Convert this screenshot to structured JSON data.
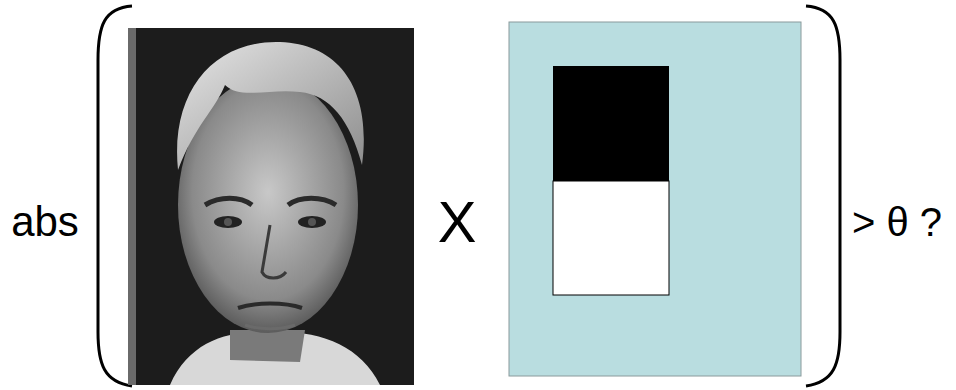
{
  "diagram": {
    "labels": [
      "abs",
      "X",
      "> θ ?"
    ]
  }
}
